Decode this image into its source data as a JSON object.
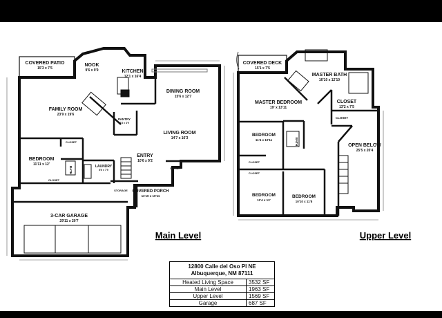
{
  "main_level": {
    "title": "Main Level",
    "rooms": {
      "covered_patio": {
        "name": "COVERED PATIO",
        "dim": "15'3 x 7'5"
      },
      "nook": {
        "name": "NOOK",
        "dim": "9'6 x 9'9"
      },
      "kitchen": {
        "name": "KITCHEN",
        "dim": "12'1 x 16'4"
      },
      "dining": {
        "name": "DINING ROOM",
        "dim": "15'6 x 12'7"
      },
      "family": {
        "name": "FAMILY ROOM",
        "dim": "23'9 x 19'6"
      },
      "pantry": {
        "name": "PANTRY",
        "dim": "6'3 x 4'9"
      },
      "living": {
        "name": "LIVING ROOM",
        "dim": "14'7 x 16'3"
      },
      "bedroom": {
        "name": "BEDROOM",
        "dim": "11'11 x 12'"
      },
      "entry": {
        "name": "ENTRY",
        "dim": "10'6 x 9'2"
      },
      "laundry": {
        "name": "LAUNDRY",
        "dim": "8'6 x 7'9"
      },
      "closet1": {
        "name": "CLOSET"
      },
      "closet2": {
        "name": "CLOSET"
      },
      "closet3": {
        "name": "CLOSET"
      },
      "bath": {
        "name": "BATH"
      },
      "storage": {
        "name": "STORAGE"
      },
      "covered_porch": {
        "name": "COVERED PORCH",
        "dim": "11'10 x 10'11"
      },
      "garage": {
        "name": "3-CAR GARAGE",
        "dim": "29'11 x 20'7"
      }
    }
  },
  "upper_level": {
    "title": "Upper Level",
    "rooms": {
      "covered_deck": {
        "name": "COVERED DECK",
        "dim": "15'1 x 7'5"
      },
      "master_bath": {
        "name": "MASTER BATH",
        "dim": "16'10 x 12'10"
      },
      "master_bedroom": {
        "name": "MASTER BEDROOM",
        "dim": "19' x 13'11"
      },
      "closet_walk": {
        "name": "CLOSET",
        "dim": "13'2 x 7'5"
      },
      "closet_small": {
        "name": "CLOSET"
      },
      "bedroom1": {
        "name": "BEDROOM",
        "dim": "11'4 x 10'11"
      },
      "bath": {
        "name": "BATH"
      },
      "open_below": {
        "name": "OPEN BELOW",
        "dim": "25'5 x 20'4"
      },
      "closet_a": {
        "name": "CLOSET"
      },
      "closet_b": {
        "name": "CLOSET"
      },
      "bedroom2": {
        "name": "BEDROOM",
        "dim": "11'4 x 13'"
      },
      "bedroom3": {
        "name": "BEDROOM",
        "dim": "10'10 x 11'8"
      }
    }
  },
  "property": {
    "address_line1": "12800 Calle del Oso Pl NE",
    "address_line2": "Albuquerque, NM 87111",
    "areas": [
      {
        "label": "Heated Living Space",
        "value": "3532 SF"
      },
      {
        "label": "Main Level",
        "value": "1963 SF"
      },
      {
        "label": "Upper Level",
        "value": "1569 SF"
      },
      {
        "label": "Garage",
        "value": "687 SF"
      }
    ]
  },
  "colors": {
    "wall": "#111111",
    "background": "#ffffff",
    "band": "#000000"
  }
}
